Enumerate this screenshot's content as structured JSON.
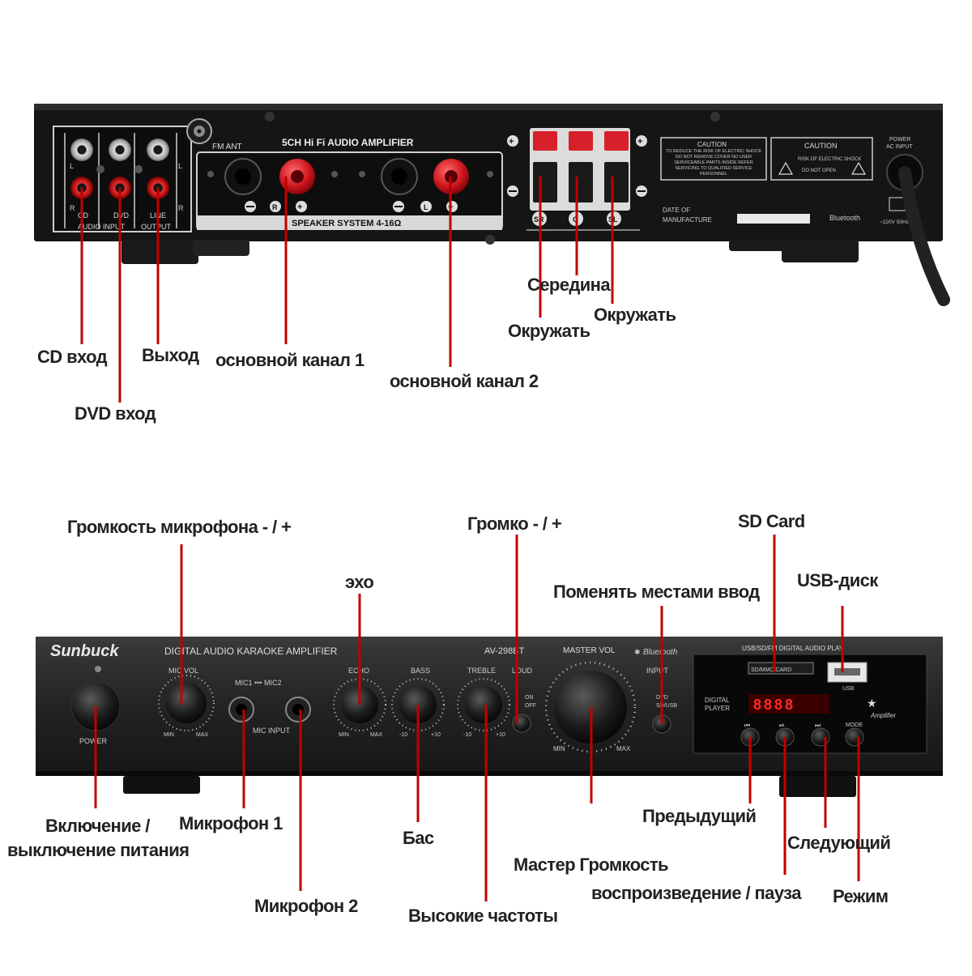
{
  "rear_panel": {
    "title": "5CH Hi Fi AUDIO AMPLIFIER",
    "fm_ant": "FM ANT",
    "audio_input": "AUDIO INPUT",
    "output": "OUTPUT",
    "jack_cd": "CD",
    "jack_dvd": "DVD",
    "jack_line": "LINE",
    "ch_l": "L",
    "ch_r": "R",
    "speaker_system": "SPEAKER SYSTEM 4-16Ω",
    "speaker_r": "R",
    "speaker_l": "L",
    "sr": "SR",
    "c": "C",
    "sl": "SL",
    "caution1_title": "CAUTION",
    "caution1_text": "TO REDUCE THE RISK OF ELECTRIC SHOCK DO NOT REMOVE COVER NO USER SERVICEABLE PARTS INSIDE REFER SERVICING TO QUALIFIED SERVICE PERSONNEL",
    "caution2_title": "CAUTION",
    "caution2_text1": "RISK OF ELECTRIC SHOCK",
    "caution2_text2": "DO NOT OPEN",
    "date_label1": "DATE OF",
    "date_label2": "MANUFACTURE",
    "bluetooth": "Bluetooth",
    "power_label1": "POWER",
    "power_label2": "AC INPUT",
    "voltage": "~220V 50Hz"
  },
  "front_panel": {
    "brand": "Sunbuck",
    "title": "DIGITAL AUDIO KARAOKE AMPLIFIER",
    "model": "AV-298BT",
    "power": "POWER",
    "mic_vol": "MIC VOL",
    "mic1_mic2": "MIC1 ••• MIC2",
    "mic_input": "MIC INPUT",
    "echo": "ECHO",
    "bass": "BASS",
    "treble": "TREBLE",
    "loud": "LOUD",
    "on": "ON",
    "off": "OFF",
    "master_vol": "MASTER VOL",
    "bluetooth": "Bluetooth",
    "input": "INPUT",
    "dvd": "DVD",
    "sd_usb": "SD/USB",
    "min": "MIN",
    "max": "MAX",
    "minus10": "-10",
    "plus10": "+10",
    "usb_sd_player": "USB/SD/FM DIGITAL AUDIO PLAY",
    "sd_mmc_card": "SD/MMC CARD",
    "usb": "USB",
    "digital_player1": "DIGITAL",
    "digital_player2": "PLAYER",
    "mode": "MODE",
    "amplifier_logo": "Amplifier"
  },
  "callouts": {
    "cd_input": "CD вход",
    "dvd_input": "DVD вход",
    "output": "Выход",
    "main_channel_1": "основной канал 1",
    "main_channel_2": "основной канал 2",
    "center": "Середина",
    "surround_left": "Окружать",
    "surround_right": "Окружать",
    "mic_volume": "Громкость микрофона - / +",
    "loud": "Громко - / +",
    "sd_card": "SD Card",
    "usb_disk": "USB-диск",
    "echo": "эхо",
    "input_switch": "Поменять местами ввод",
    "power_line1": "Включение /",
    "power_line2": "выключение питания",
    "mic1": "Микрофон 1",
    "mic2": "Микрофон 2",
    "bass": "Бас",
    "treble": "Высокие частоты",
    "master_volume": "Мастер Громкость",
    "play_pause": "воспроизведение / пауза",
    "previous": "Предыдущий",
    "next": "Следующий",
    "mode": "Режим"
  },
  "colors": {
    "leader_line": "#c00000",
    "panel": "#1a1a1a",
    "terminal_red": "#d8202a",
    "display_red": "#ff2a2a"
  }
}
